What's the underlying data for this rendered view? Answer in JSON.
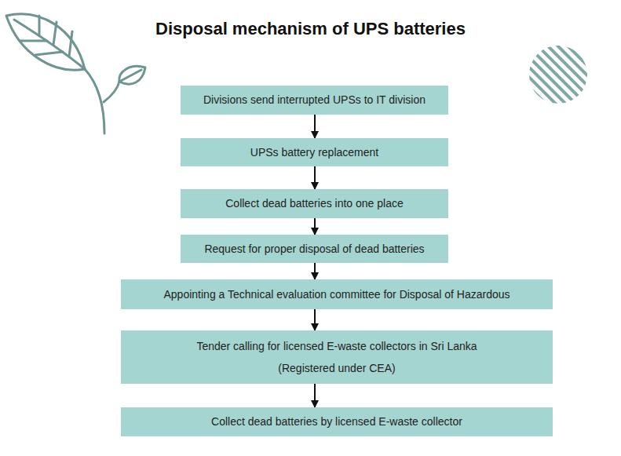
{
  "diagram": {
    "title": "Disposal mechanism of UPS batteries",
    "nodes": [
      {
        "text": [
          "Divisions send interrupted UPSs to IT division"
        ]
      },
      {
        "text": [
          "UPSs battery replacement"
        ]
      },
      {
        "text": [
          "Collect dead batteries into one place"
        ]
      },
      {
        "text": [
          "Request for proper disposal of dead batteries"
        ]
      },
      {
        "text": [
          "Appointing a Technical evaluation committee for Disposal of Hazardous"
        ]
      },
      {
        "text": [
          "Tender calling for licensed E-waste collectors in Sri Lanka",
          "(Registered under CEA)"
        ]
      },
      {
        "text": [
          "Collect dead batteries by licensed E-waste collector"
        ]
      }
    ],
    "edges": [
      {
        "from": 0,
        "to": 1,
        "arrow": "to"
      },
      {
        "from": 1,
        "to": 2,
        "arrow": "to"
      },
      {
        "from": 2,
        "to": 3,
        "arrow": "to"
      },
      {
        "from": 3,
        "to": 4,
        "arrow": "to"
      },
      {
        "from": 4,
        "to": 5,
        "arrow": "to"
      },
      {
        "from": 5,
        "to": 6,
        "arrow": "to"
      }
    ]
  }
}
